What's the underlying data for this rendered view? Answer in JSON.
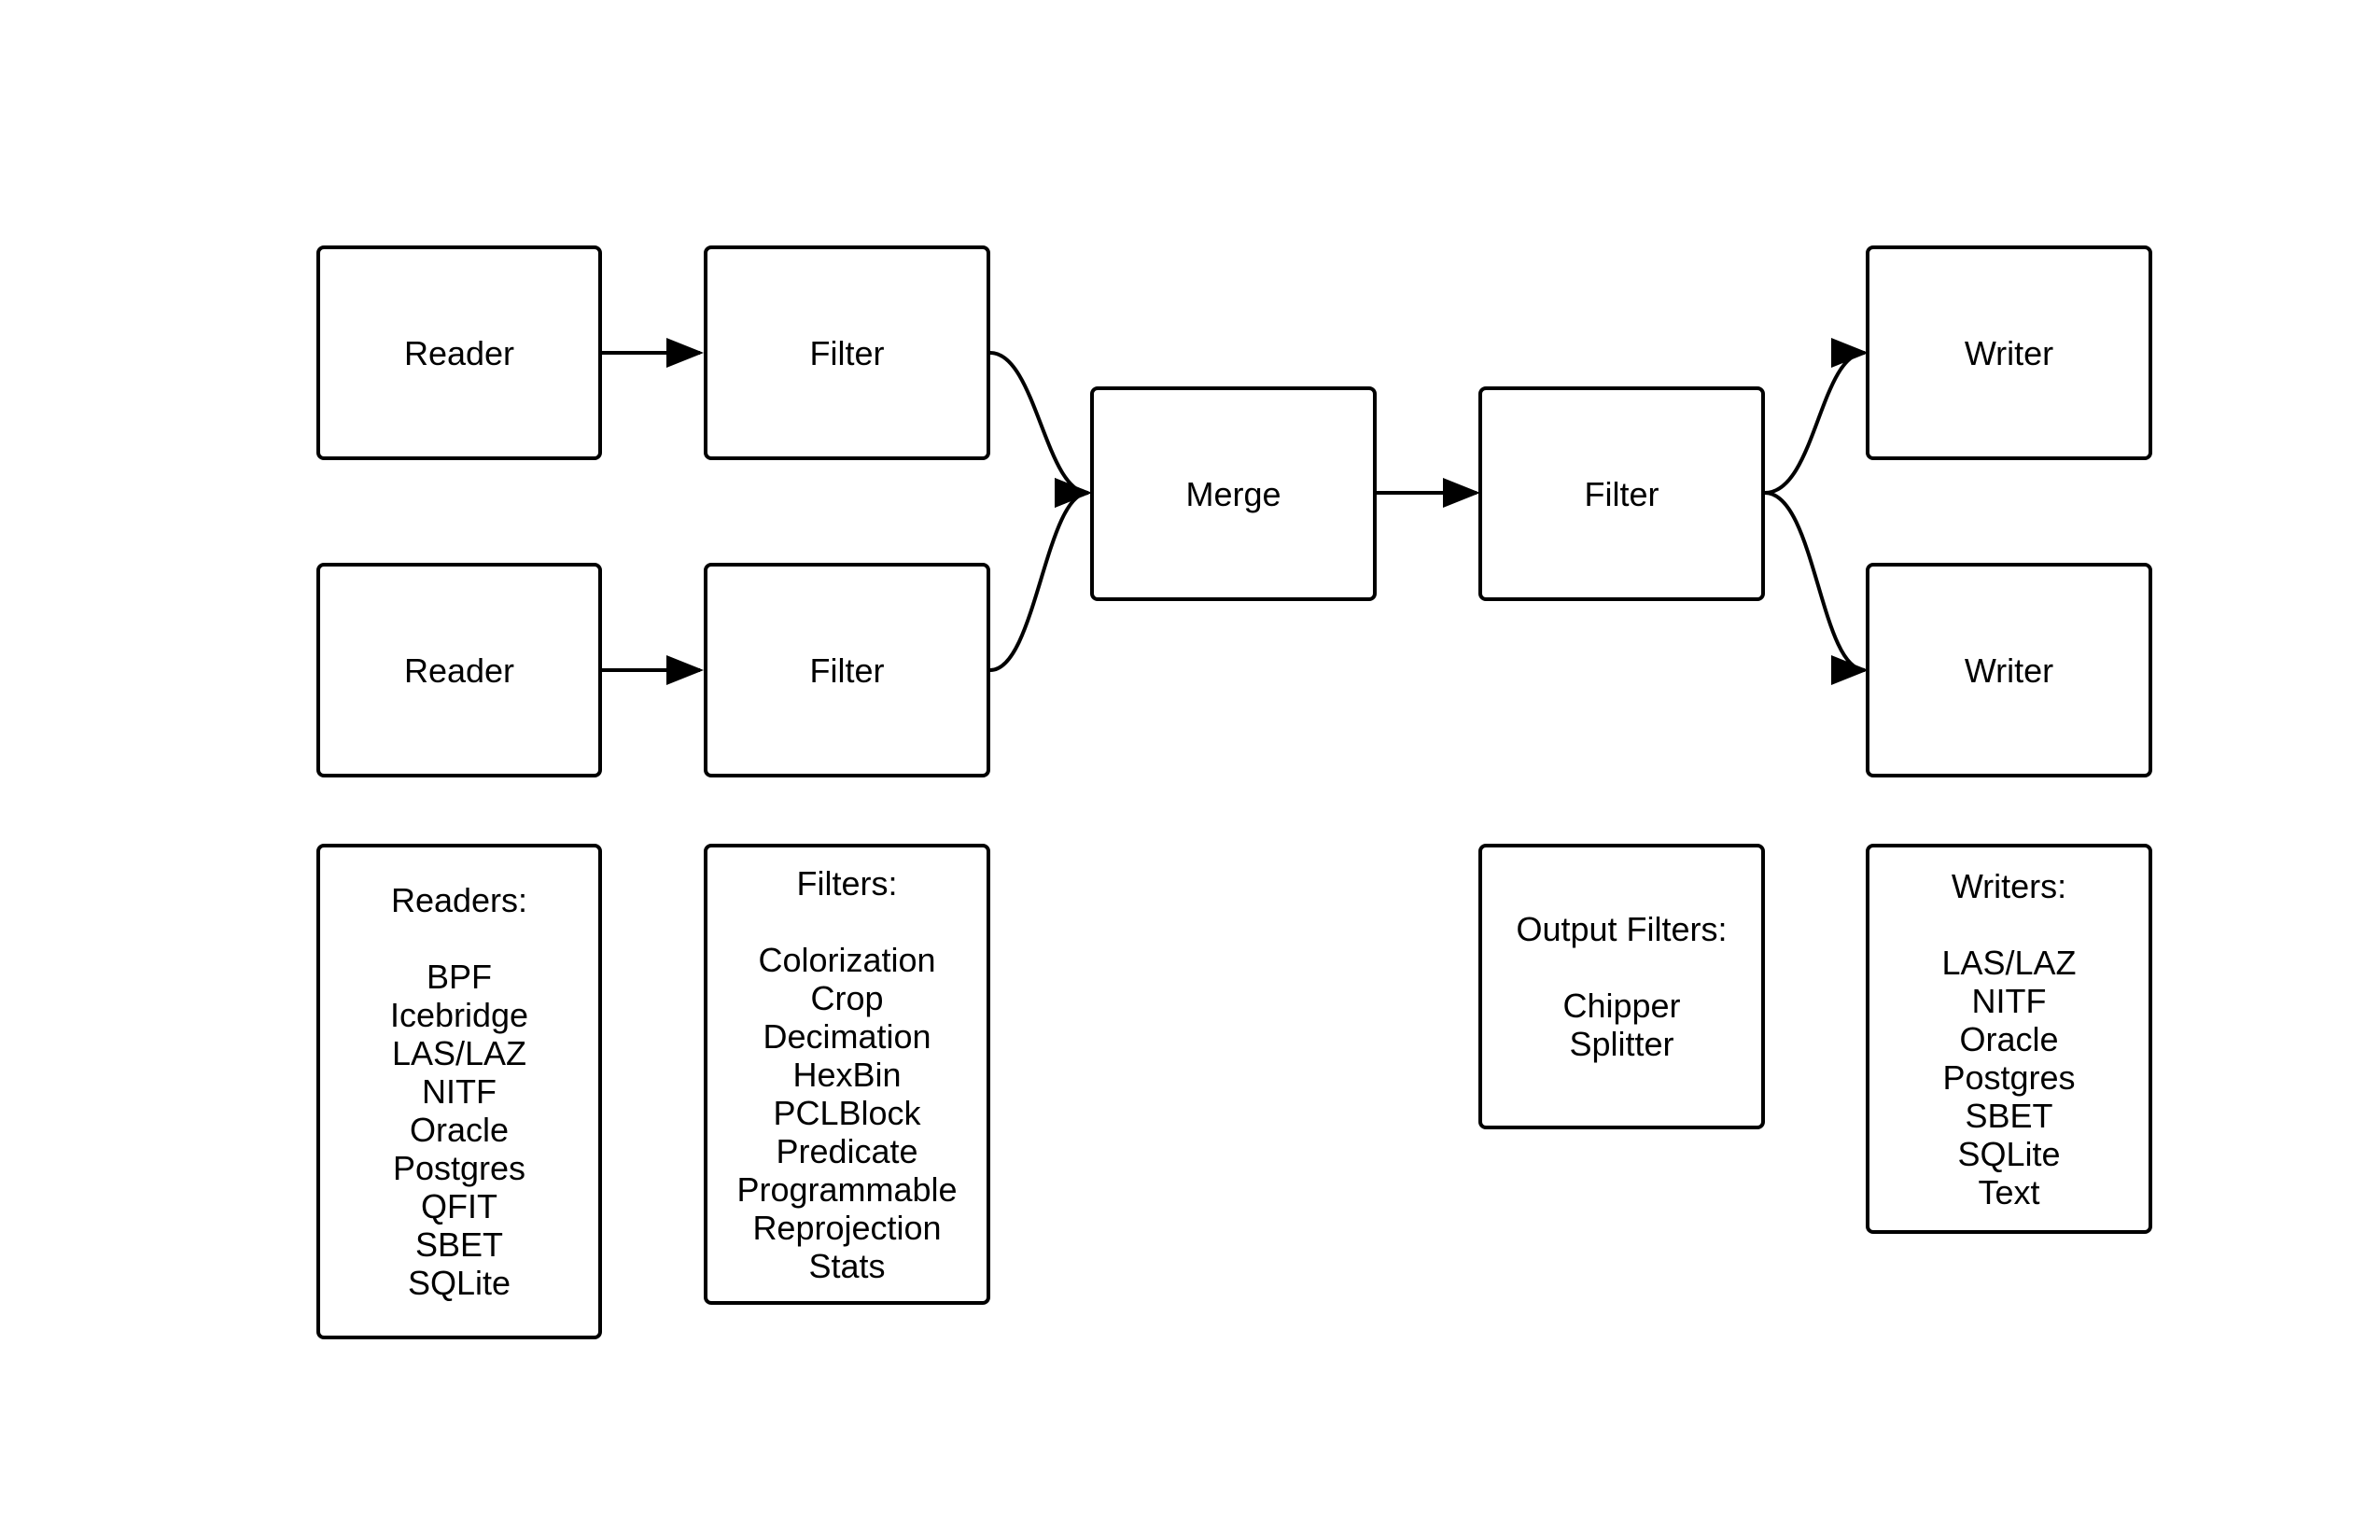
{
  "nodes": {
    "reader_1": "Reader",
    "reader_2": "Reader",
    "filter_1": "Filter",
    "filter_2": "Filter",
    "merge": "Merge",
    "filter_3": "Filter",
    "writer_1": "Writer",
    "writer_2": "Writer"
  },
  "lists": {
    "readers": {
      "title": "Readers:",
      "items": [
        "BPF",
        "Icebridge",
        "LAS/LAZ",
        "NITF",
        "Oracle",
        "Postgres",
        "QFIT",
        "SBET",
        "SQLite"
      ]
    },
    "filters": {
      "title": "Filters:",
      "items": [
        "Colorization",
        "Crop",
        "Decimation",
        "HexBin",
        "PCLBlock",
        "Predicate",
        "Programmable",
        "Reprojection",
        "Stats"
      ]
    },
    "output_filters": {
      "title": "Output Filters:",
      "items": [
        "Chipper",
        "Splitter"
      ]
    },
    "writers": {
      "title": "Writers:",
      "items": [
        "LAS/LAZ",
        "NITF",
        "Oracle",
        "Postgres",
        "SBET",
        "SQLite",
        "Text"
      ]
    }
  },
  "edges": [
    {
      "from": "reader_1",
      "to": "filter_1"
    },
    {
      "from": "reader_2",
      "to": "filter_2"
    },
    {
      "from": "filter_1",
      "to": "merge"
    },
    {
      "from": "filter_2",
      "to": "merge"
    },
    {
      "from": "merge",
      "to": "filter_3"
    },
    {
      "from": "filter_3",
      "to": "writer_1"
    },
    {
      "from": "filter_3",
      "to": "writer_2"
    }
  ]
}
